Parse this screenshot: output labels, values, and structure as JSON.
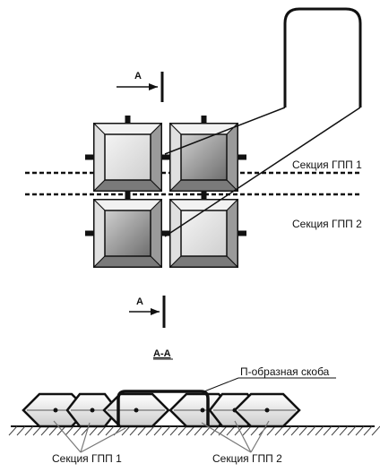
{
  "labels": {
    "arrow_top": "А",
    "arrow_bottom": "А",
    "section_view": "А-А",
    "section_1_right": "Секция ГПП 1",
    "section_2_right": "Секция ГПП 2",
    "bracket": "П-образная скоба",
    "section_1_bottom": "Секция ГПП 1",
    "section_2_bottom": "Секция ГПП 2"
  },
  "colors": {
    "ink": "#111111",
    "face_light": "#e6e6e6",
    "face_dark": "#8c8c8c"
  }
}
